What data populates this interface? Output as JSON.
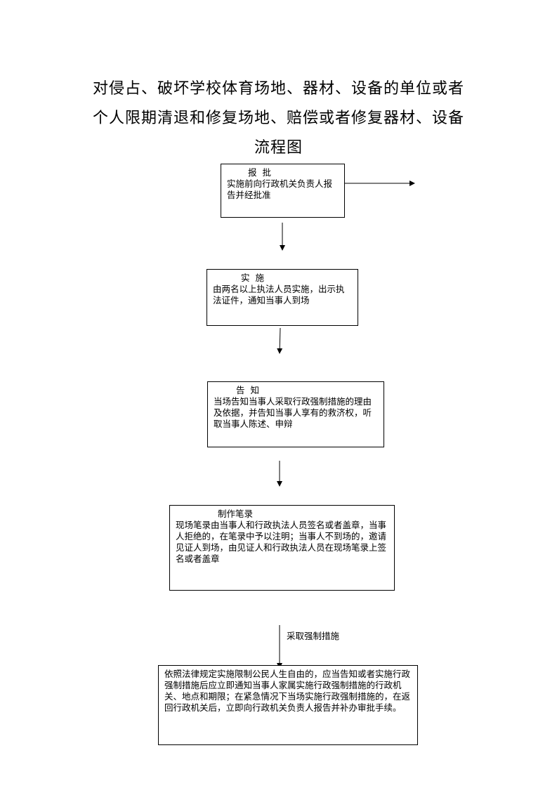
{
  "title": {
    "line1": "对侵占、破坏学校体育场地、器材、设备的单位或者",
    "line2": "个人限期清退和修复场地、赔偿或者修复器材、设备",
    "line3": "流程图"
  },
  "steps": [
    {
      "heading": "报  批",
      "body": "实施前向行政机关负责人报告并经批准"
    },
    {
      "heading": "实  施",
      "body": "由两名以上执法人员实施，出示执法证件，通知当事人到场"
    },
    {
      "heading": "告  知",
      "body": "当场告知当事人采取行政强制措施的理由及依据，并告知当事人享有的救济权，听取当事人陈述、申辩"
    },
    {
      "heading": "制作笔录",
      "body": "现场笔录由当事人和行政执法人员签名或者盖章，当事人拒绝的，在笔录中予以注明；当事人不到场的，邀请见证人到场，由见证人和行政执法人员在现场笔录上签名或者盖章"
    },
    {
      "heading": "",
      "body": "依照法律规定实施限制公民人生自由的，应当告知或者实施行政强制措施后应立即通知当事人家属实施行政强制措施的行政机关、地点和期限；在紧急情况下当场实施行政强制措施的，在返回行政机关后，立即向行政机关负责人报告并补办审批手续。"
    }
  ],
  "edge_label": "采取强制措施"
}
